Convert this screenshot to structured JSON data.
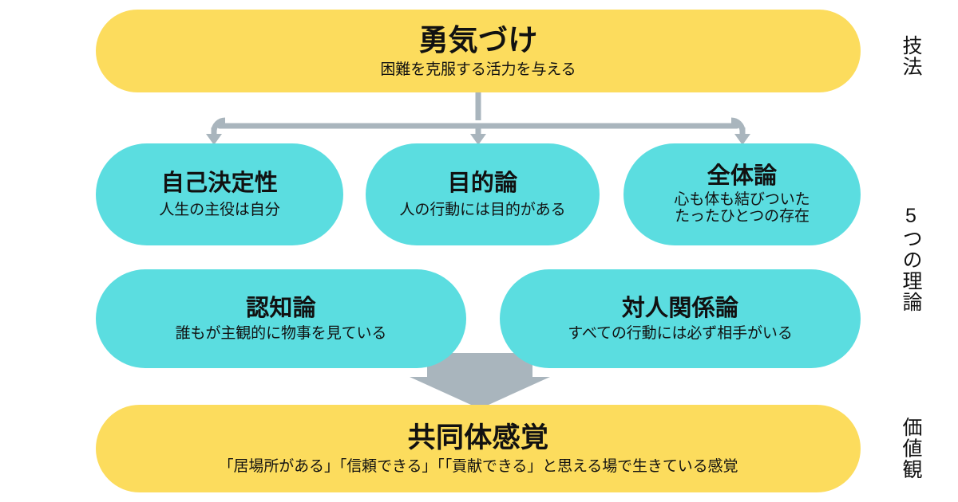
{
  "diagram": {
    "title_implicit": "",
    "colors": {
      "yellow": "#FCDC5D",
      "cyan": "#5BDDE0",
      "gray": "#A9B5BD",
      "text": "#111111",
      "background": "#FFFFFF"
    }
  },
  "top": {
    "title": "勇気づけ",
    "subtitle": "困難を克服する活力を与える"
  },
  "theories": [
    {
      "id": "jiko-ketteisei",
      "title": "自己決定性",
      "subtitles": [
        "人生の主役は自分"
      ]
    },
    {
      "id": "mokutekiron",
      "title": "目的論",
      "subtitles": [
        "人の行動には目的がある"
      ]
    },
    {
      "id": "zentairon",
      "title": "全体論",
      "subtitles": [
        "心も体も結びついた",
        "たったひとつの存在"
      ]
    },
    {
      "id": "ninchiron",
      "title": "認知論",
      "subtitles": [
        "誰もが主観的に物事を見ている"
      ]
    },
    {
      "id": "taijin-kankeiron",
      "title": "対人関係論",
      "subtitles": [
        "すべての行動には必ず相手がいる"
      ]
    }
  ],
  "bottom": {
    "title": "共同体感覚",
    "subtitle": "「居場所がある」「信頼できる」「「貢献できる」と思える場で生きている感覚"
  },
  "side_labels": {
    "top": "技法",
    "middle": "5つの理論",
    "bottom": "価値観"
  }
}
